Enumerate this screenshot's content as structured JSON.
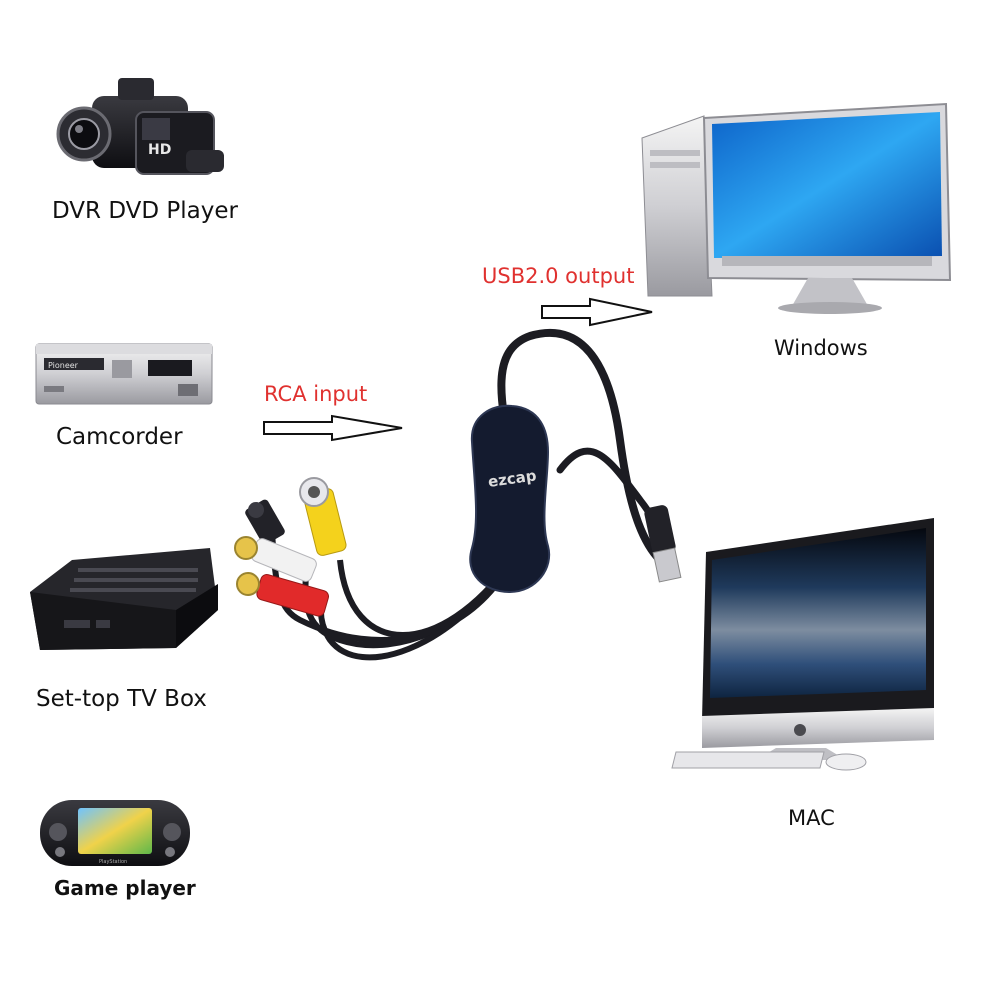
{
  "devices": {
    "camcorder_label": "DVR DVD Player",
    "dvd_player_label": "Camcorder",
    "settop_label": "Set-top TV Box",
    "game_label": "Game player",
    "windows_label": "Windows",
    "mac_label": "MAC"
  },
  "annotations": {
    "rca": "RCA input",
    "usb": "USB2.0 output"
  },
  "device_text": {
    "hd_badge": "HD",
    "brand": "ezcap",
    "dvd_brand": "Pioneer",
    "game_brand": "PlayStation"
  },
  "colors": {
    "arrow": "#111111",
    "annotation": "#e0312f",
    "connector_yellow": "#f4d21c",
    "connector_white": "#f2f2f2",
    "connector_red": "#e12a2a",
    "cable": "#1c1c22",
    "screen_blue": "#1f8ee8"
  }
}
